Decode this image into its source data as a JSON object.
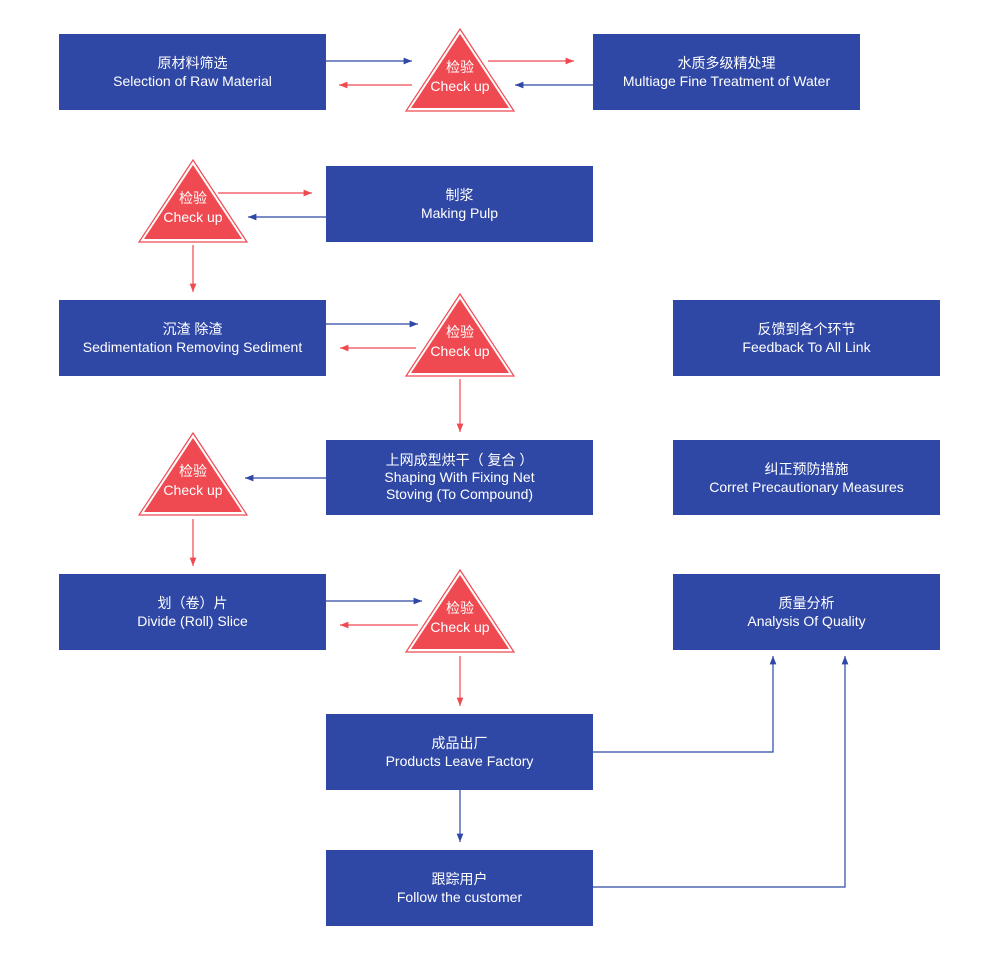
{
  "boxes": {
    "raw_material": {
      "zh": "原材料筛选",
      "en": "Selection of Raw Material"
    },
    "water": {
      "zh": "水质多级精处理",
      "en": "Multiage Fine Treatment of Water"
    },
    "pulp": {
      "zh": "制浆",
      "en": "Making Pulp"
    },
    "sediment": {
      "zh": "沉渣 除渣",
      "en": "Sedimentation Removing Sediment"
    },
    "feedback": {
      "zh": "反馈到各个环节",
      "en": "Feedback To All Link"
    },
    "shaping": {
      "zh": "上网成型烘干（ 复合 ）",
      "en1": "Shaping With Fixing Net",
      "en2": "Stoving (To Compound)"
    },
    "correct": {
      "zh": "纠正预防措施",
      "en": "Corret Precautionary Measures"
    },
    "slice": {
      "zh": "划（卷）片",
      "en": "Divide (Roll) Slice"
    },
    "quality": {
      "zh": "质量分析",
      "en": "Analysis Of Quality"
    },
    "leave_factory": {
      "zh": "成品出厂",
      "en": "Products Leave Factory"
    },
    "follow": {
      "zh": "跟踪用户",
      "en": "Follow the customer"
    }
  },
  "checkup": {
    "zh": "检验",
    "en": "Check up"
  },
  "colors": {
    "box": "#2f47a5",
    "check_fill": "#ef4a52",
    "blue_arrow": "#2f47a5",
    "red_arrow": "#ef4a52"
  }
}
